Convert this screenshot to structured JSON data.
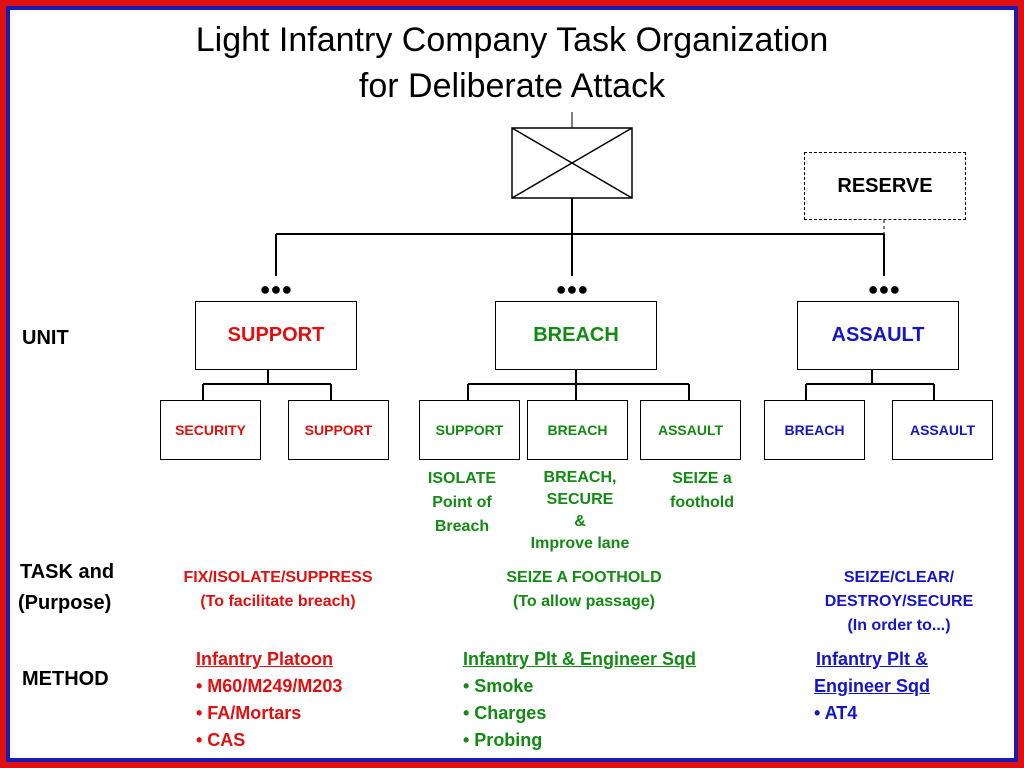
{
  "title_line1": "Light Infantry Company Task Organization",
  "title_line2": "for Deliberate Attack",
  "reserve": "RESERVE",
  "echelon_symbol": "●●●",
  "row_labels": {
    "unit": "UNIT",
    "task_line1": "TASK and",
    "task_line2": "(Purpose)",
    "method": "METHOD"
  },
  "units": {
    "support": "SUPPORT",
    "breach": "BREACH",
    "assault": "ASSAULT"
  },
  "subunits": {
    "support_security": "SECURITY",
    "support_support": "SUPPORT",
    "breach_support": "SUPPORT",
    "breach_breach": "BREACH",
    "breach_assault": "ASSAULT",
    "assault_breach": "BREACH",
    "assault_assault": "ASSAULT"
  },
  "subtasks": {
    "isolate": [
      "ISOLATE",
      "Point of",
      "Breach"
    ],
    "breach": [
      "BREACH,",
      "SECURE",
      "&",
      "Improve lane"
    ],
    "seize": [
      "SEIZE a",
      "foothold"
    ]
  },
  "tasks": {
    "support": [
      "FIX/ISOLATE/SUPPRESS",
      "(To facilitate breach)"
    ],
    "breach": [
      "SEIZE A FOOTHOLD",
      "(To allow passage)"
    ],
    "assault": [
      "SEIZE/CLEAR/",
      "DESTROY/SECURE",
      "(In order to...)"
    ]
  },
  "methods": {
    "support": {
      "head": "Infantry Platoon",
      "items": [
        "• M60/M249/M203",
        "• FA/Mortars",
        "• CAS"
      ]
    },
    "breach": {
      "head": "Infantry Plt & Engineer Sqd",
      "items": [
        "• Smoke",
        "• Charges",
        "• Probing"
      ]
    },
    "assault": {
      "head_line1": "Infantry Plt &",
      "head_line2": "Engineer Sqd",
      "items": [
        "• AT4"
      ]
    }
  },
  "colors": {
    "support": "#e01010",
    "breach": "#138a13",
    "assault": "#1515c8",
    "frame_outer": "#e01010",
    "frame_inner": "#1a1ab4"
  }
}
